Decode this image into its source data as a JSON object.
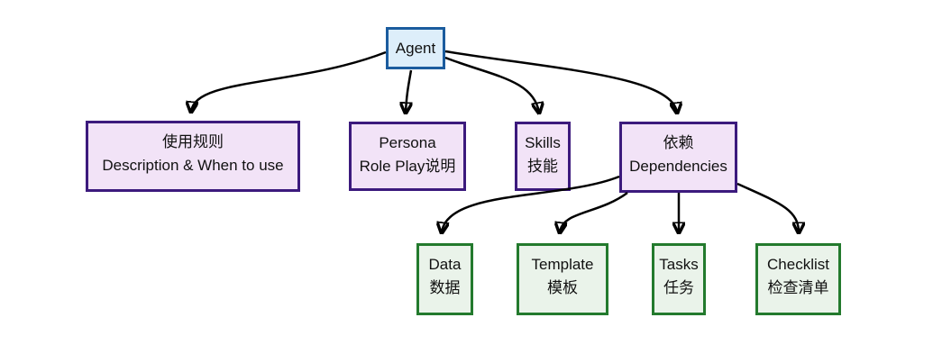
{
  "diagram": {
    "type": "flowchart",
    "nodes": {
      "agent": {
        "line1": "Agent",
        "line2": ""
      },
      "usage": {
        "line1": "使用规则",
        "line2": "Description & When to use"
      },
      "persona": {
        "line1": "Persona",
        "line2": "Role Play说明"
      },
      "skills": {
        "line1": "Skills",
        "line2": "技能"
      },
      "dependencies": {
        "line1": "依赖",
        "line2": "Dependencies"
      },
      "data": {
        "line1": "Data",
        "line2": "数据"
      },
      "template": {
        "line1": "Template",
        "line2": "模板"
      },
      "tasks": {
        "line1": "Tasks",
        "line2": "任务"
      },
      "checklist": {
        "line1": "Checklist",
        "line2": "检查清单"
      }
    },
    "edges": [
      {
        "from": "agent",
        "to": "usage"
      },
      {
        "from": "agent",
        "to": "persona"
      },
      {
        "from": "agent",
        "to": "skills"
      },
      {
        "from": "agent",
        "to": "dependencies"
      },
      {
        "from": "dependencies",
        "to": "data"
      },
      {
        "from": "dependencies",
        "to": "template"
      },
      {
        "from": "dependencies",
        "to": "tasks"
      },
      {
        "from": "dependencies",
        "to": "checklist"
      }
    ],
    "colors": {
      "background": "#ffffff",
      "edge": "#000000",
      "text": "#111111",
      "agent_fill": "#ddeefa",
      "agent_border": "#1b5c9e",
      "branch_fill": "#f2e3f7",
      "branch_border": "#3c1a7d",
      "leaf_fill": "#eaf3ea",
      "leaf_border": "#237a2d"
    }
  }
}
